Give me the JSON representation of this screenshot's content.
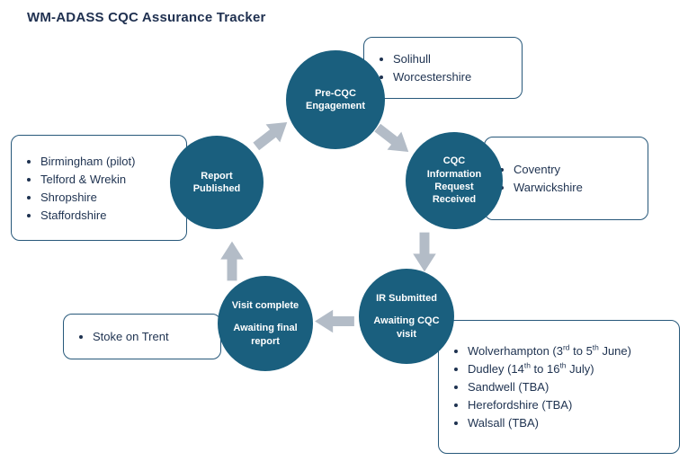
{
  "title": "WM-ADASS CQC Assurance Tracker",
  "colors": {
    "circle_fill": "#1A5F7E",
    "box_border": "#27587A",
    "text_dark": "#1E3250",
    "arrow": "#B3BCC7"
  },
  "stages": [
    {
      "label": "Pre-CQC Engagement",
      "sublabel": ""
    },
    {
      "label": "CQC Information Request Received",
      "sublabel": ""
    },
    {
      "label": "IR Submitted",
      "sublabel": "Awaiting CQC visit"
    },
    {
      "label": "Visit complete",
      "sublabel": "Awaiting final report"
    },
    {
      "label": "Report Published",
      "sublabel": ""
    }
  ],
  "callouts": {
    "pre_cqc": {
      "items": [
        "Solihull",
        "Worcestershire"
      ]
    },
    "info_request": {
      "items": [
        "Coventry",
        "Warwickshire"
      ]
    },
    "ir_submitted": {
      "items": [
        "Wolverhampton (3rd to 5th June)",
        "Dudley (14th to 16th July)",
        "Sandwell (TBA)",
        "Herefordshire (TBA)",
        "Walsall (TBA)"
      ]
    },
    "visit_complete": {
      "items": [
        "Stoke on Trent"
      ]
    },
    "report_published": {
      "items": [
        "Birmingham (pilot)",
        "Telford & Wrekin",
        "Shropshire",
        "Staffordshire"
      ]
    }
  }
}
